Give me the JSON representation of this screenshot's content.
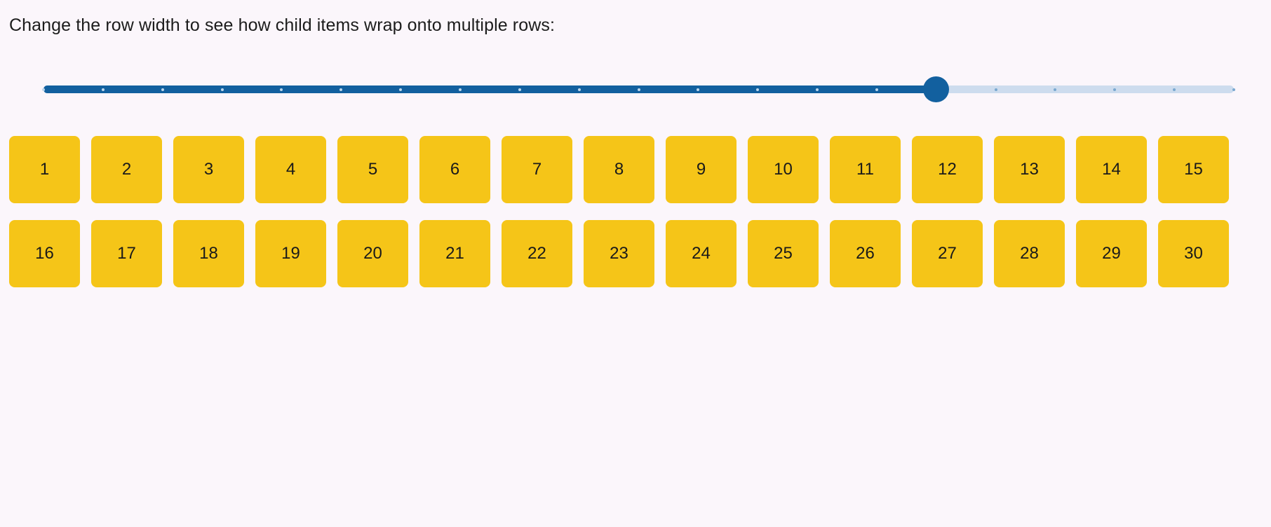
{
  "page": {
    "background_color": "#fbf6fb",
    "instruction": "Change the row width to see how child items wrap onto multiple rows:"
  },
  "slider": {
    "name": "row-width-slider",
    "value_percent": 75,
    "min": 0,
    "max": 100,
    "tick_count": 21,
    "active_color": "#12609f",
    "inactive_color": "#cddcee",
    "thumb_color": "#12609f",
    "tick_color_on_fill": "#bcd6ec",
    "tick_color_on_track": "#7aa8d0"
  },
  "tiles": {
    "accent_color": "#f5c518",
    "text_color": "#1a1a1a",
    "count": 30,
    "rows": [
      [
        "1",
        "2",
        "3",
        "4",
        "5",
        "6",
        "7",
        "8",
        "9",
        "10",
        "11",
        "12",
        "13",
        "14",
        "15"
      ],
      [
        "16",
        "17",
        "18",
        "19",
        "20",
        "21",
        "22",
        "23",
        "24",
        "25",
        "26",
        "27",
        "28",
        "29",
        "30"
      ]
    ],
    "items": [
      "1",
      "2",
      "3",
      "4",
      "5",
      "6",
      "7",
      "8",
      "9",
      "10",
      "11",
      "12",
      "13",
      "14",
      "15",
      "16",
      "17",
      "18",
      "19",
      "20",
      "21",
      "22",
      "23",
      "24",
      "25",
      "26",
      "27",
      "28",
      "29",
      "30"
    ]
  }
}
